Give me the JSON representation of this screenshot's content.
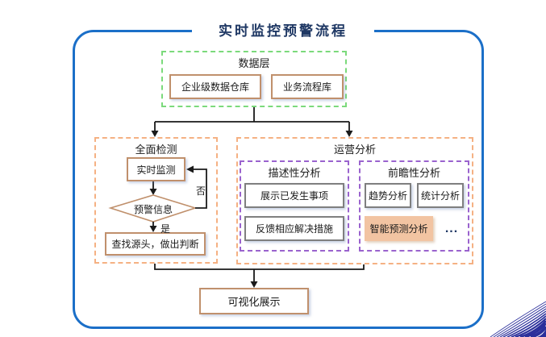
{
  "title": "实时监控预警流程",
  "colors": {
    "border_blue": "#1B6FC8",
    "title_navy": "#1F3864",
    "green_dash": "#7BDA7B",
    "orange_dash": "#F5B183",
    "purple_dash": "#9A63CE",
    "tan_border": "#C0906C",
    "grey_border": "#7F7F7F",
    "highlight_fill": "#F2C4A2",
    "decoration_navy": "#2B2F9B"
  },
  "data_layer": {
    "label": "数据层",
    "warehouse": "企业级数据仓库",
    "process_lib": "业务流程库"
  },
  "detection": {
    "label": "全面检测",
    "monitor": "实时监测",
    "decision": "预警信息",
    "no": "否",
    "yes": "是",
    "action": "查找源头，做出判断"
  },
  "analysis": {
    "label": "运营分析",
    "descriptive": {
      "label": "描述性分析",
      "items": [
        "展示已发生事项",
        "反馈相应解决措施"
      ]
    },
    "prospective": {
      "label": "前瞻性分析",
      "items": [
        "趋势分析",
        "统计分析"
      ],
      "highlight": "智能预测分析",
      "ellipsis": "..."
    }
  },
  "output": {
    "label": "可视化展示"
  }
}
